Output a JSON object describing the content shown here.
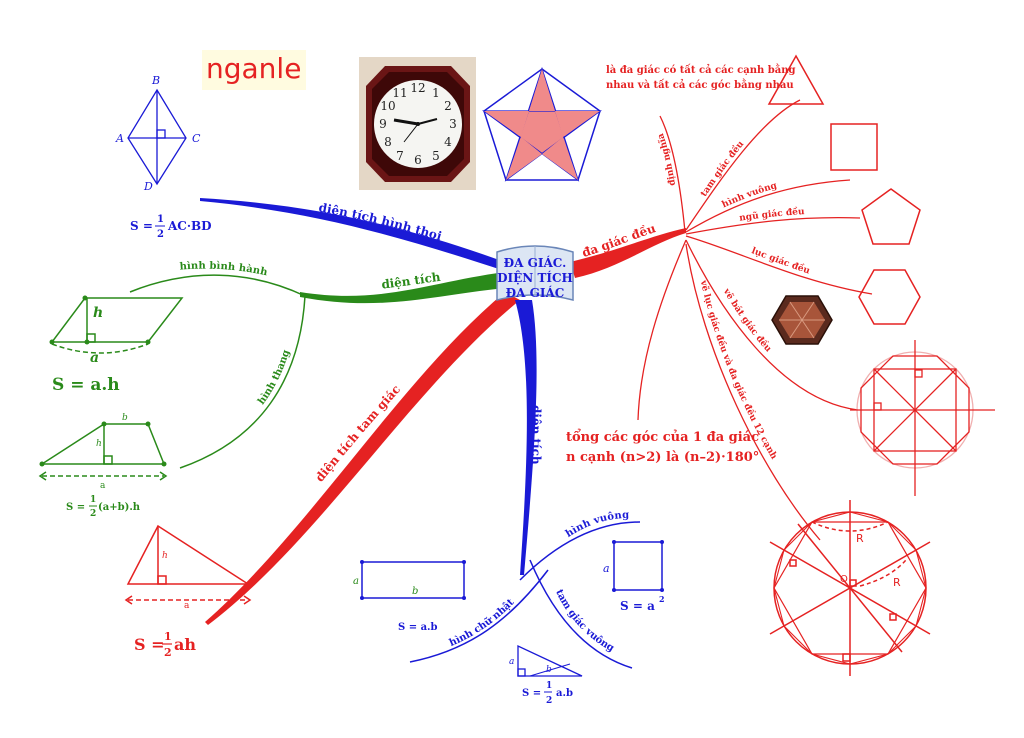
{
  "brand": "nganle",
  "center": {
    "line1": "ĐA GIÁC.",
    "line2": "DIỆN TÍCH",
    "line3": "ĐA GIÁC"
  },
  "branches": {
    "rhombus_area": "diện tích hình thoi",
    "area_green": "diện tích",
    "triangle_area": "diện tích tam giác",
    "area_blue": "diện tích",
    "regular": "đa giác đều"
  },
  "green_sub": {
    "parallelogram": "hình bình hành",
    "trapezoid": "hình thang"
  },
  "blue_sub": {
    "square": "hình vuông",
    "rectangle": "hình chữ nhật",
    "right_triangle": "tam giác vuông"
  },
  "red_sub": {
    "definition": "định nghĩa",
    "equilateral": "tam giác đều",
    "square": "hình vuông",
    "pentagon": "ngũ giác đều",
    "hexagon": "lục giác đều",
    "octagon": "vẽ bát giác đều",
    "hex12": "vẽ lục giác đều và đa giác đều 12 cạnh"
  },
  "definition_text": {
    "line1": "là đa giác có tất cả các cạnh bằng",
    "line2": "nhau và tất cả các góc bằng nhau"
  },
  "angle_sum": {
    "line1": "tổng các góc của 1 đa giác",
    "line2": "n cạnh (n>2) là (n–2)·180°"
  },
  "rhombus": {
    "A": "A",
    "B": "B",
    "C": "C",
    "D": "D",
    "formula_prefix": "S =",
    "frac_num": "1",
    "frac_den": "2",
    "formula_rest": "AC·BD"
  },
  "parallelogram": {
    "h": "h",
    "a": "a",
    "formula": "S = a.h"
  },
  "trapezoid": {
    "b": "b",
    "h": "h",
    "a": "a",
    "formula_prefix": "S =",
    "frac_num": "1",
    "frac_den": "2",
    "formula_rest": "(a+b).h"
  },
  "triangle": {
    "h": "h",
    "a": "a",
    "formula_prefix": "S =",
    "frac_num": "1",
    "frac_den": "2",
    "formula_rest": "ah"
  },
  "rectangle": {
    "a": "a",
    "b": "b",
    "formula": "S = a.b"
  },
  "square": {
    "a": "a",
    "formula": "S = a",
    "exp": "2"
  },
  "right_triangle": {
    "a": "a",
    "b": "b",
    "formula_prefix": "S =",
    "frac_num": "1",
    "frac_den": "2",
    "formula_rest": "a.b"
  },
  "clock": {
    "n12": "12",
    "n1": "1",
    "n2": "2",
    "n3": "3",
    "n4": "4",
    "n5": "5",
    "n6": "6",
    "n7": "7",
    "n8": "8",
    "n9": "9",
    "n10": "10",
    "n11": "11"
  },
  "circle_labels": {
    "R1": "R",
    "R2": "R",
    "O": "O"
  },
  "colors": {
    "blue": "#1a1ad6",
    "green": "#2a8a1a",
    "red": "#e52222",
    "pink": "#f08a8a"
  }
}
